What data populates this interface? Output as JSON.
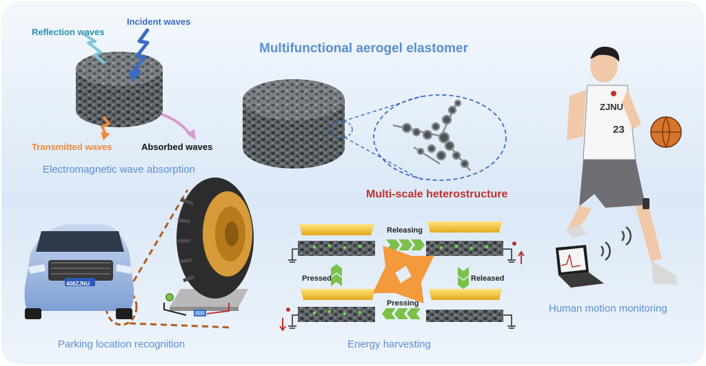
{
  "title": "Multifunctional aerogel elastomer",
  "waves": {
    "incident": "Incident waves",
    "reflection": "Reflection waves",
    "transmitted": "Transmitted waves",
    "absorbed": "Absorbed waves"
  },
  "captions": {
    "em_absorption": "Electromagnetic wave absorption",
    "parking": "Parking location recognition",
    "energy": "Energy harvesting",
    "human": "Human motion monitoring",
    "heterostructure": "Multi-scale heterostructure"
  },
  "energy_states": {
    "releasing": "Releasing",
    "released": "Released",
    "pressed": "Pressed",
    "pressing": "Pressing"
  },
  "jersey": {
    "team": "ZJNU",
    "number": "23"
  },
  "car": {
    "plate": "408ZJNU"
  },
  "colors": {
    "title": "#5b8fd0",
    "heterostructure": "#c0302e",
    "transmitted": "#f08a3a",
    "incident": "#3b6cc4",
    "reflection": "#2a8fae",
    "electrode": "#f2c12e",
    "arrow_green": "#7cc04a",
    "cycle_orange": "#f39a3c"
  }
}
